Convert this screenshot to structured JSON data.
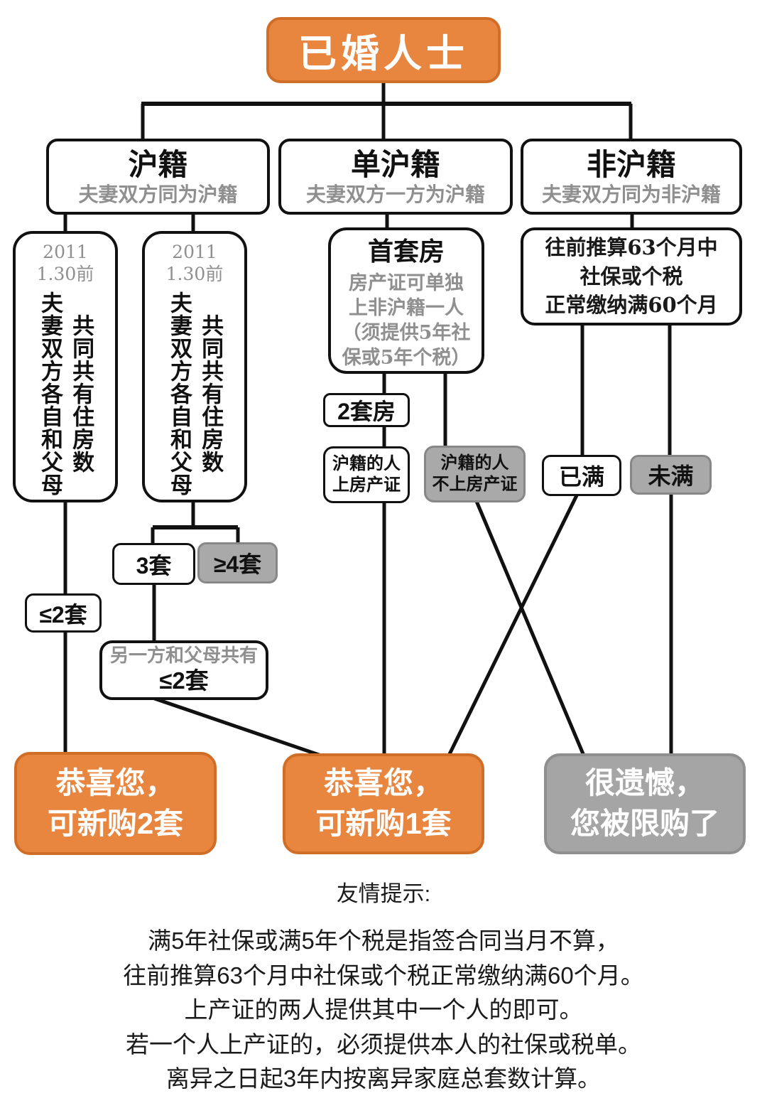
{
  "root": {
    "label": "已婚人士"
  },
  "branches": [
    {
      "title": "沪籍",
      "subtitle": "夫妻双方同为沪籍"
    },
    {
      "title": "单沪籍",
      "subtitle": "夫妻双方一方为沪籍"
    },
    {
      "title": "非沪籍",
      "subtitle": "夫妻双方同为非沪籍"
    }
  ],
  "hu": {
    "period": "2011\n1.30前",
    "col_left": "夫妻双方各自和父母",
    "col_right": "共同共有住房数",
    "le2": "≤2套",
    "three": "3套",
    "four_plus": "≥4套",
    "other_note": "另一方和父母共有",
    "other_value": "≤2套"
  },
  "danhu": {
    "first_home_title": "首套房",
    "first_home_note": "房产证可单独\n上非沪籍一人\n（须提供5年社\n保或5年个税）",
    "two_homes": "2套房",
    "on_deed": "沪籍的人\n上房产证",
    "not_on_deed": "沪籍的人\n不上房产证"
  },
  "feihu": {
    "condition": "往前推算63个月中\n社保或个税\n正常缴纳满60个月",
    "met": "已满",
    "not_met": "未满"
  },
  "results": {
    "buy2": "恭喜您，\n可新购2套",
    "buy1": "恭喜您，\n可新购1套",
    "restricted": "很遗憾，\n您被限购了"
  },
  "footer": {
    "title": "友情提示:",
    "lines": [
      "满5年社保或满5年个税是指签合同当月不算，",
      "往前推算63个月中社保或个税正常缴纳满60个月。",
      "上产证的两人提供其中一个人的即可。",
      "若一个人上产证的，必须提供本人的社保或税单。",
      "离异之日起3年内按离异家庭总套数计算。"
    ]
  },
  "colors": {
    "accent_orange": "#E8853E",
    "accent_orange_border": "#D06E28",
    "gray_box": "#A9A9A9",
    "gray_result": "#A5A5A5",
    "line": "#111111"
  }
}
